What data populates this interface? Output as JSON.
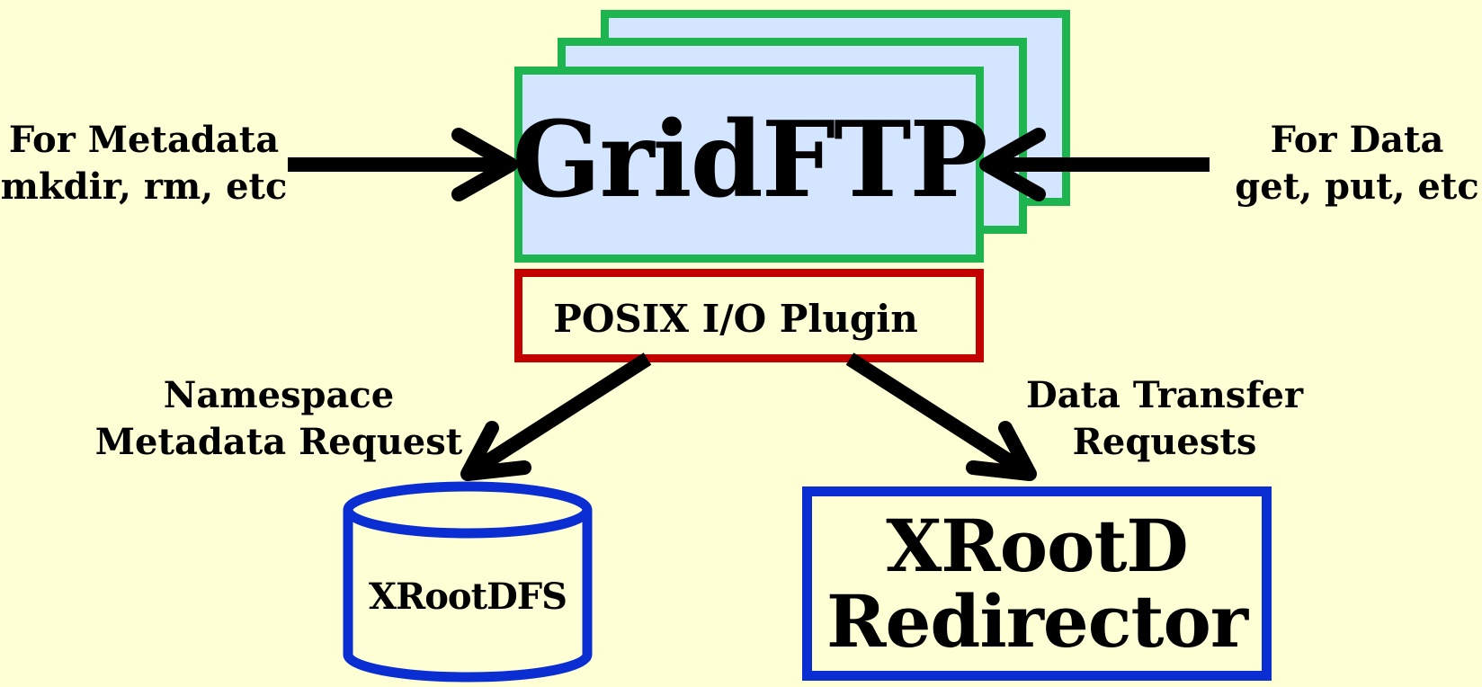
{
  "gridftp": {
    "title": "GridFTP"
  },
  "plugin": {
    "label": "POSIX I/O Plugin"
  },
  "inputs": {
    "metadata_line1": "For Metadata",
    "metadata_line2": "mkdir, rm, etc",
    "data_line1": "For Data",
    "data_line2": "get, put, etc"
  },
  "flows": {
    "namespace_line1": "Namespace",
    "namespace_line2": "Metadata Request",
    "transfer_line1": "Data Transfer",
    "transfer_line2": "Requests"
  },
  "xrootdfs": {
    "label": "XRootDFS"
  },
  "redirector": {
    "line1": "XRootD",
    "line2": "Redirector"
  },
  "colors": {
    "background": "#ffffd6",
    "gridftp_fill": "#d4e6ff",
    "gridftp_border": "#1eb551",
    "plugin_border": "#c30000",
    "xrootd_border": "#0a2ed1",
    "arrow": "#000000"
  }
}
